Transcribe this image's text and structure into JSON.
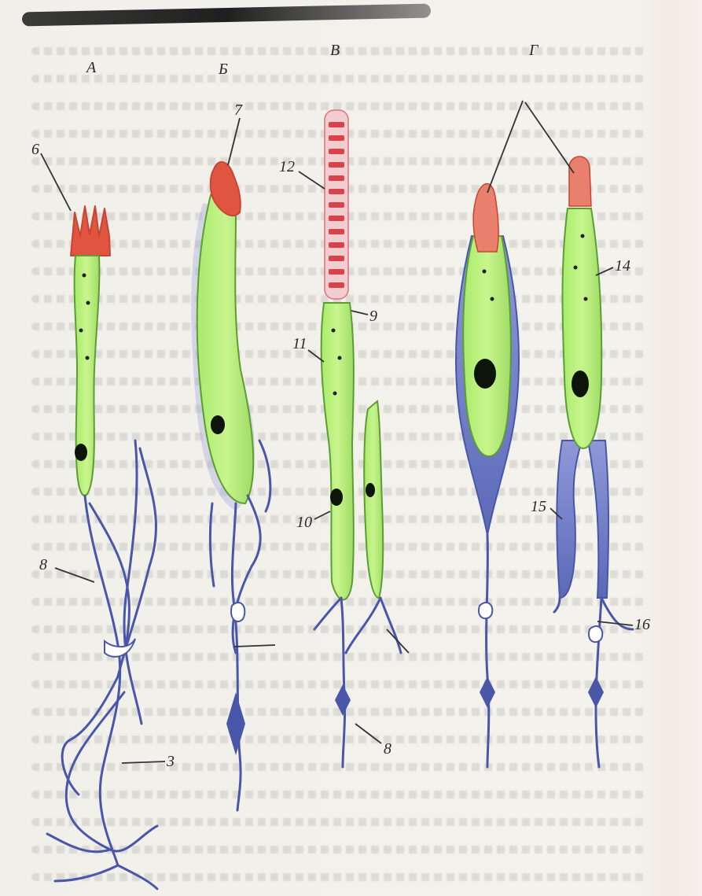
{
  "diagram": {
    "column_labels": [
      "А",
      "Б",
      "В",
      "Г"
    ],
    "part_labels": {
      "c1": "6",
      "c1_lower": "8",
      "b1": "7",
      "v_top": "12",
      "v_mid_right": "9",
      "v_left": "11",
      "v_lower": "10",
      "g_right": "14",
      "g_right2": "15",
      "g_bottom_right": "16",
      "v_bottom": "8",
      "a_bottom": "3"
    }
  },
  "colors": {
    "cell_body": "#b9f07a",
    "cell_outline": "#4e8f2e",
    "cilia": "#e05a43",
    "nerve": "#4a5aa8",
    "support_cell": "#7b86c9",
    "nucleus": "#0d140a",
    "background": "#f4f0ea"
  }
}
